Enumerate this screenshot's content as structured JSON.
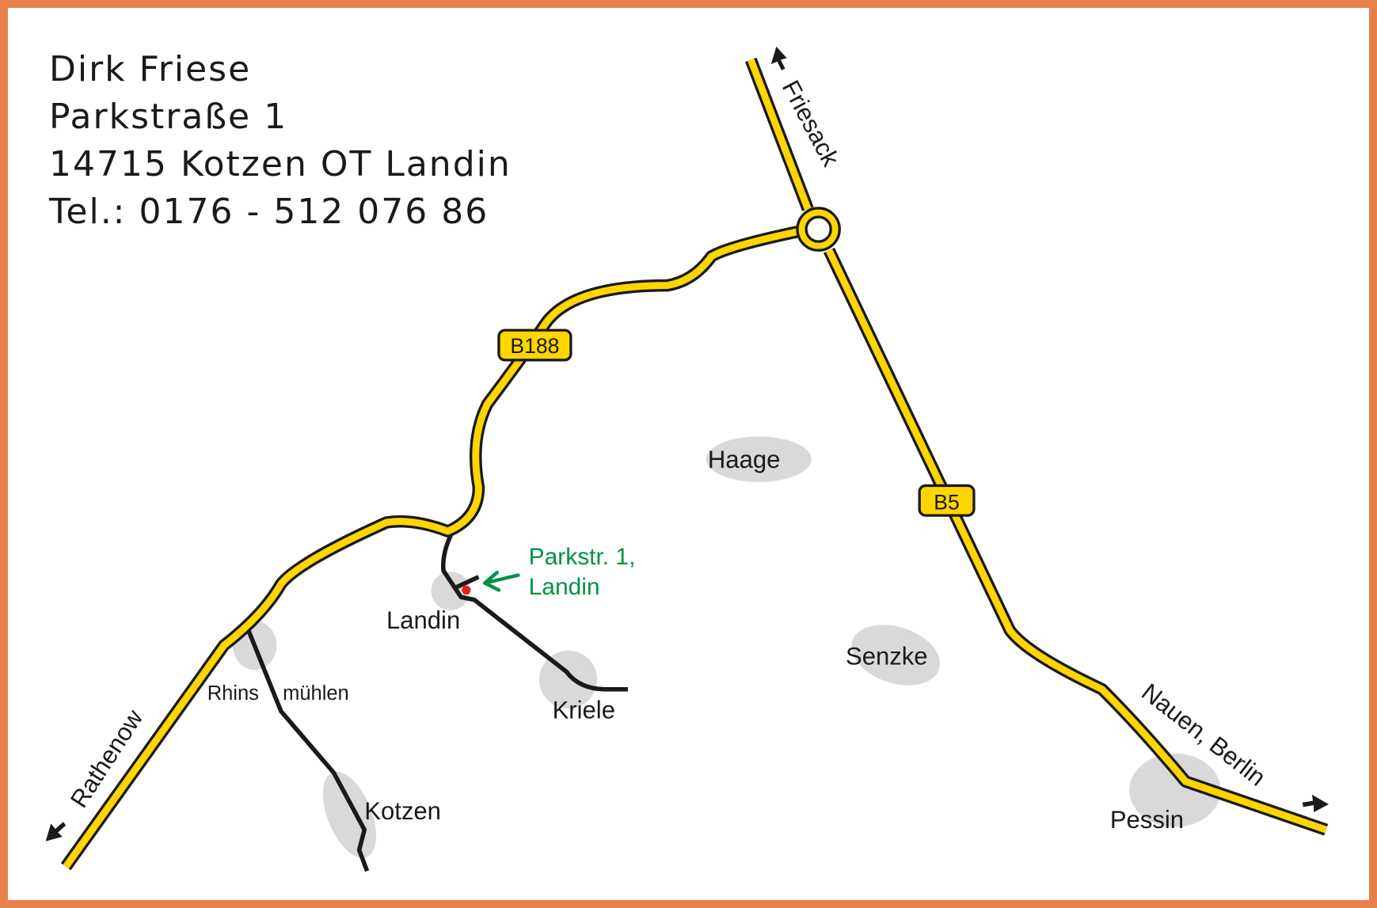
{
  "address": {
    "name": "Dirk Friese",
    "street": "Parkstraße 1",
    "city": "14715 Kotzen OT Landin",
    "phone": "Tel.: 0176 - 512 076 86"
  },
  "roads": {
    "b188": "B188",
    "b5": "B5"
  },
  "directions": {
    "north": "Friesack",
    "southwest": "Rathenow",
    "southeast": "Nauen, Berlin"
  },
  "places": {
    "landin": "Landin",
    "rhins": "Rhins",
    "muehlen": "mühlen",
    "kriele": "Kriele",
    "kotzen": "Kotzen",
    "haage": "Haage",
    "senzke": "Senzke",
    "pessin": "Pessin"
  },
  "marker": {
    "line1": "Parkstr. 1,",
    "line2": "Landin"
  },
  "colors": {
    "border": "#E8804A",
    "road": "#FFD500",
    "marker_label": "#009245",
    "destination_dot": "#E02020",
    "settlement": "#D9D9D9"
  }
}
